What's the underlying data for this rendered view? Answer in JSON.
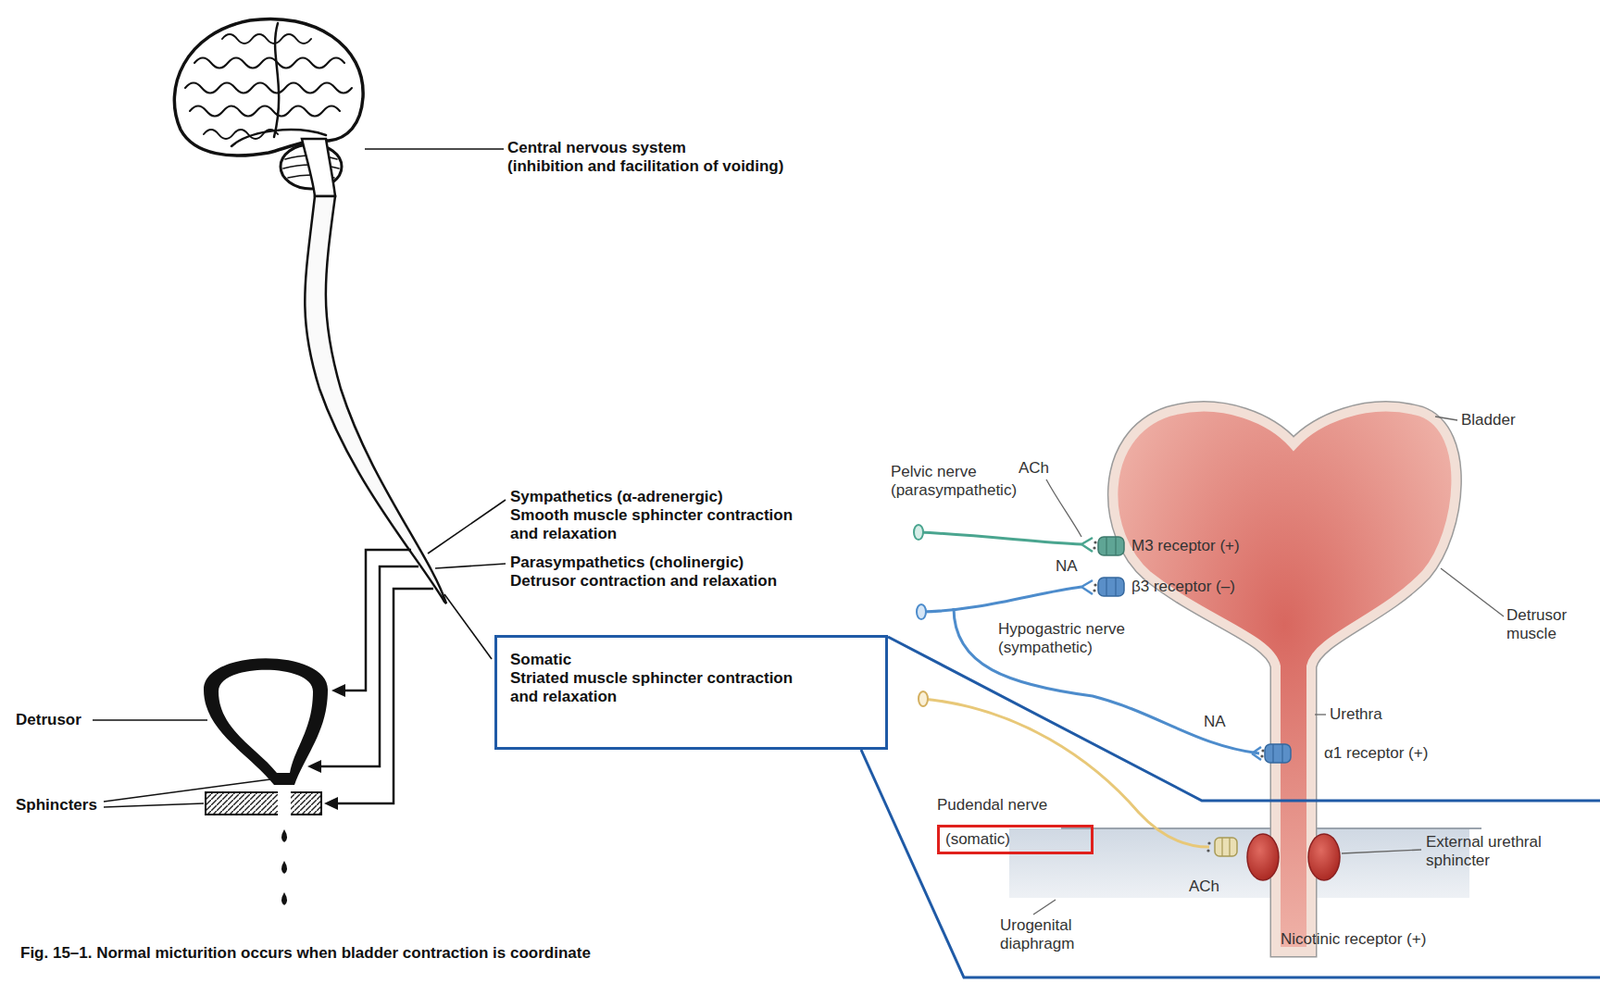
{
  "diagram": {
    "caption": "Fig. 15–1. Normal micturition occurs when bladder contraction is coordinate",
    "nodes": [
      {
        "text": [
          "Somatic",
          "Striated muscle sphincter contraction and relaxation"
        ]
      },
      {
        "text": [
          "(somatic)"
        ]
      }
    ],
    "labels": [
      "Central nervous system",
      "(inhibition and facilitation of voiding)",
      "Sympathetics (α-adrenergic)",
      "Smooth muscle sphincter contraction and relaxation",
      "Parasympathetics (cholinergic)",
      "Detrusor contraction and relaxation",
      "Detrusor",
      "Sphincters",
      "Bladder",
      "Pelvic nerve (parasympathetic)",
      "ACh",
      "M3 receptor (+)",
      "NA",
      "β3 receptor (–)",
      "Hypogastric nerve (sympathetic)",
      "Detrusor muscle",
      "NA",
      "Urethra",
      "α1 receptor (+)",
      "Pudendal nerve",
      "External urethral sphincter",
      "ACh",
      "Urogenital diaphragm",
      "Nicotinic receptor (+)"
    ]
  }
}
